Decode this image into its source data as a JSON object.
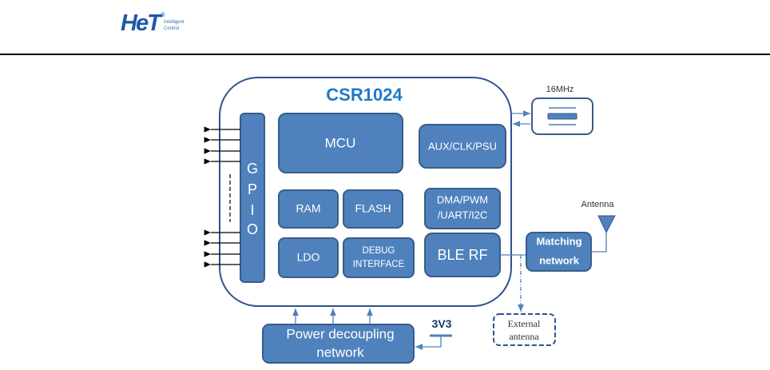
{
  "header": {
    "logo": {
      "brand": "HeT",
      "registered": "®",
      "tagline_line1": "Intelligent",
      "tagline_line2": "Control"
    }
  },
  "diagram": {
    "title": "CSR1024",
    "colors": {
      "block_fill": "#4f81bd",
      "block_stroke": "#385d8a",
      "title": "#1f78c8",
      "outline": "#2f528f"
    },
    "gpio": {
      "letters": [
        "G",
        "P",
        "I",
        "O"
      ]
    },
    "blocks": {
      "mcu": "MCU",
      "aux": "AUX/CLK/PSU",
      "ram": "RAM",
      "flash": "FLASH",
      "dma_line1": "DMA/PWM",
      "dma_line2": "/UART/I2C",
      "ldo": "LDO",
      "debug_line1": "DEBUG",
      "debug_line2": "INTERFACE",
      "ble": "BLE RF"
    },
    "crystal": {
      "label": "16MHz"
    },
    "matching": {
      "line1": "Matching",
      "line2": "network"
    },
    "antenna": {
      "label": "Antenna"
    },
    "external_antenna": {
      "line1": "External",
      "line2": "antenna"
    },
    "power": {
      "line1": "Power decoupling",
      "line2": "network"
    },
    "supply": {
      "label": "3V3"
    }
  }
}
